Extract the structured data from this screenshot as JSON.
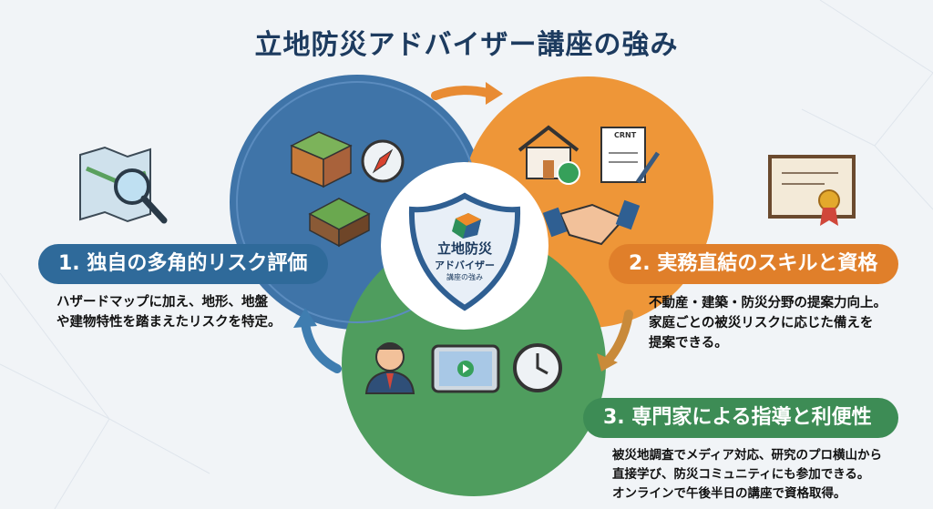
{
  "title": "立地防災アドバイザー講座の強み",
  "colors": {
    "blue": "#3f74a8",
    "orange": "#ee9638",
    "green": "#4f9d5e",
    "title": "#1d3b5f"
  },
  "center_badge": {
    "line1": "立地防災",
    "line2": "アドバイザー",
    "line3": "講座の強み",
    "icon": "shield-icon"
  },
  "sections": [
    {
      "heading": "1. 独自の多角的リスク評価",
      "lines": [
        "ハザードマップに加え、地形、地盤",
        "や建物特性を踏まえたリスクを特定。"
      ],
      "icons": [
        "map-magnifier-icon",
        "soil-layers-icon",
        "compass-icon",
        "terrain-block-icon"
      ]
    },
    {
      "heading": "2. 実務直結のスキルと資格",
      "lines": [
        "不動産・建築・防災分野の提案力向上。",
        "家庭ごとの被災リスクに応じた備えを",
        "提案できる。"
      ],
      "icons": [
        "house-check-icon",
        "certificate-document-icon",
        "handshake-icon",
        "diploma-icon"
      ],
      "doc_label": "CRNT"
    },
    {
      "heading": "3. 専門家による指導と利便性",
      "lines": [
        "被災地調査でメディア対応、研究のプロ横山から",
        "直接学び、防災コミュニティにも参加できる。",
        "オンラインで午後半日の講座で資格取得。"
      ],
      "icons": [
        "instructor-icon",
        "video-tablet-icon",
        "clock-icon"
      ]
    }
  ]
}
